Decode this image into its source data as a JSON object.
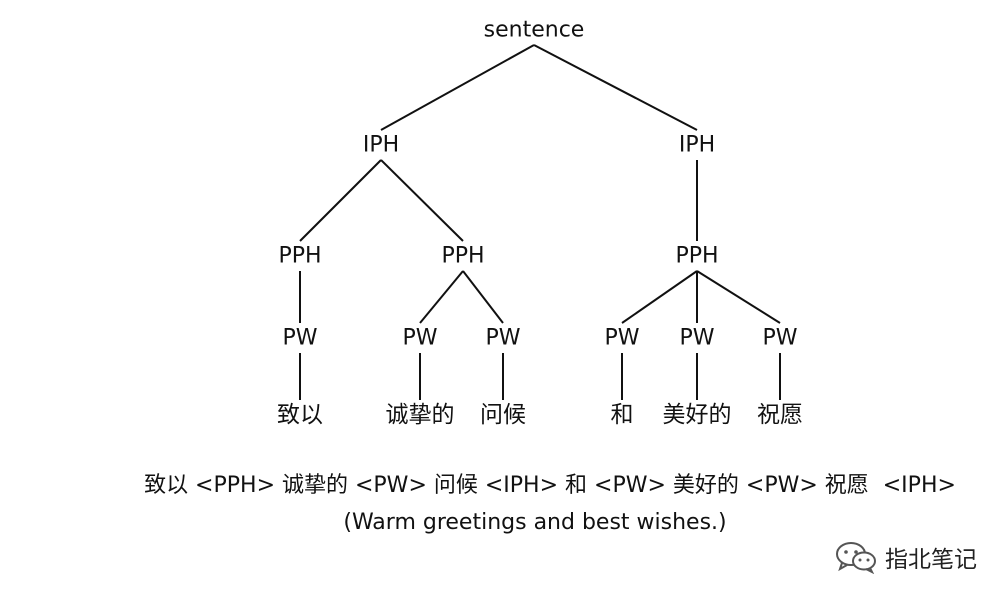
{
  "tree": {
    "root": "sentence",
    "nodes": [
      {
        "id": "sentence",
        "label": "sentence"
      },
      {
        "id": "iph-1",
        "label": "IPH"
      },
      {
        "id": "iph-2",
        "label": "IPH"
      },
      {
        "id": "pph-1",
        "label": "PPH"
      },
      {
        "id": "pph-2",
        "label": "PPH"
      },
      {
        "id": "pph-3",
        "label": "PPH"
      },
      {
        "id": "pw-1",
        "label": "PW"
      },
      {
        "id": "pw-2",
        "label": "PW"
      },
      {
        "id": "pw-3",
        "label": "PW"
      },
      {
        "id": "pw-4",
        "label": "PW"
      },
      {
        "id": "pw-5",
        "label": "PW"
      },
      {
        "id": "pw-6",
        "label": "PW"
      },
      {
        "id": "word-1",
        "label": "致以"
      },
      {
        "id": "word-2",
        "label": "诚挚的"
      },
      {
        "id": "word-3",
        "label": "问候"
      },
      {
        "id": "word-4",
        "label": "和"
      },
      {
        "id": "word-5",
        "label": "美好的"
      },
      {
        "id": "word-6",
        "label": "祝愿"
      }
    ],
    "edges": [
      [
        "sentence",
        "iph-1"
      ],
      [
        "sentence",
        "iph-2"
      ],
      [
        "iph-1",
        "pph-1"
      ],
      [
        "iph-1",
        "pph-2"
      ],
      [
        "iph-2",
        "pph-3"
      ],
      [
        "pph-1",
        "pw-1"
      ],
      [
        "pph-2",
        "pw-2"
      ],
      [
        "pph-2",
        "pw-3"
      ],
      [
        "pph-3",
        "pw-4"
      ],
      [
        "pph-3",
        "pw-5"
      ],
      [
        "pph-3",
        "pw-6"
      ],
      [
        "pw-1",
        "word-1"
      ],
      [
        "pw-2",
        "word-2"
      ],
      [
        "pw-3",
        "word-3"
      ],
      [
        "pw-4",
        "word-4"
      ],
      [
        "pw-5",
        "word-5"
      ],
      [
        "pw-6",
        "word-6"
      ]
    ]
  },
  "caption": {
    "annotated": "致以 <PPH> 诚挚的 <PW> 问候 <IPH> 和 <PW> 美好的 <PW> 祝愿  <IPH>",
    "translation": "(Warm greetings and best wishes.)"
  },
  "watermark": {
    "text": "指北笔记",
    "icon": "wechat-icon"
  }
}
